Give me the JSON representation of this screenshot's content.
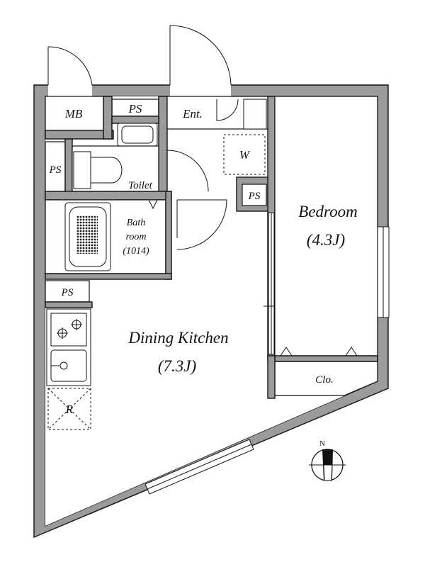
{
  "floor_plan": {
    "rooms": {
      "mb": "MB",
      "ps_top": "PS",
      "entrance": "Ent.",
      "ps_left": "PS",
      "toilet": "Toilet",
      "washer": "W",
      "ps_mid": "PS",
      "bath_line1": "Bath",
      "bath_line2": "room",
      "bath_line3": "(1014)",
      "ps_kitchen": "PS",
      "refrigerator": "R",
      "closet": "Clo.",
      "bedroom_name": "Bedroom",
      "bedroom_size": "(4.3J)",
      "dining_name": "Dining Kitchen",
      "dining_size": "(7.3J)"
    },
    "compass": {
      "north_label": "N"
    }
  }
}
